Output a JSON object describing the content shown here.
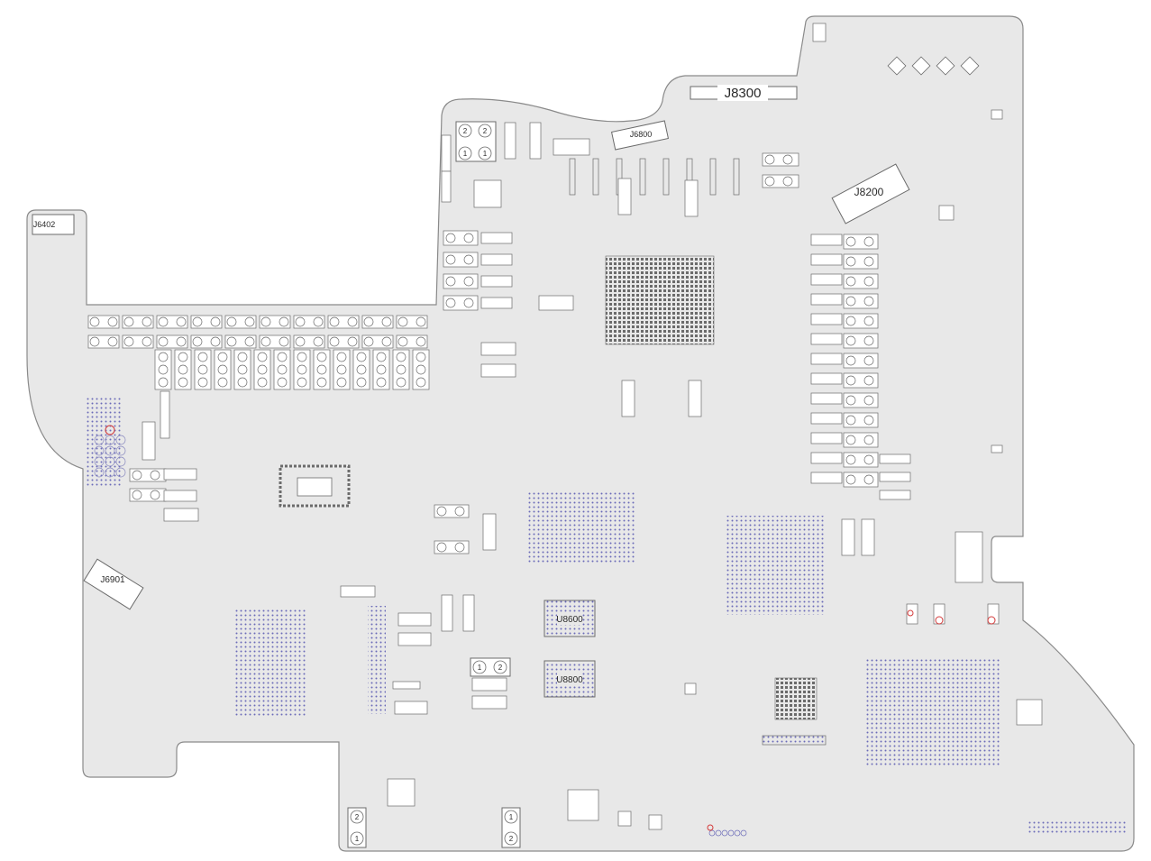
{
  "colors": {
    "board_fill": "#e8e8e8",
    "board_outline": "#8a8a8a",
    "component_fill": "#ffffff",
    "component_outline": "#6b6b6b",
    "pad_color": "#6b6bb8",
    "marker_red": "#d33a3a",
    "text": "#2a2a2a"
  },
  "connectors": {
    "j8300": "J8300",
    "j8200": "J8200",
    "j6800": "J6800",
    "j6402": "J6402",
    "j6901": "J6901"
  },
  "chips": {
    "u8600": "U8600",
    "u8800": "U8800"
  },
  "pin_numbers": {
    "one": "1",
    "two": "2"
  }
}
